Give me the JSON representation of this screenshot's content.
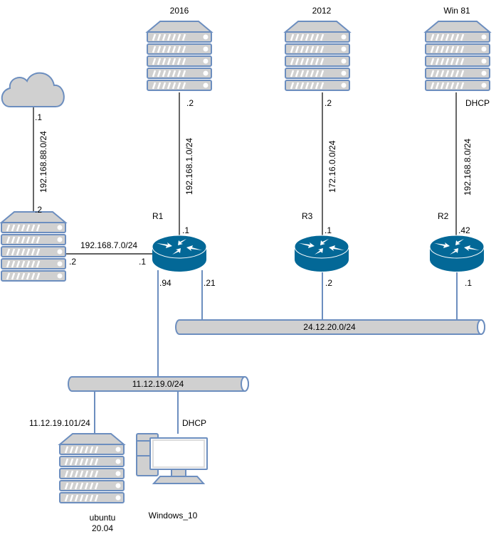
{
  "colors": {
    "device_fill": "#d0d0d0",
    "device_stroke": "#6c8ebf",
    "router_fill": "#036897",
    "link_black": "#000000",
    "link_blue": "#6c8ebf"
  },
  "nodes": {
    "srv2016": {
      "label": "2016",
      "icon": "server-icon"
    },
    "srv2012": {
      "label": "2012",
      "icon": "server-icon"
    },
    "win81": {
      "label": "Win 81",
      "sub": "DHCP",
      "icon": "server-icon"
    },
    "cloud": {
      "icon": "cloud-icon"
    },
    "left_server": {
      "icon": "server-icon"
    },
    "r1": {
      "label": "R1",
      "icon": "router-icon"
    },
    "r3": {
      "label": "R3",
      "icon": "router-icon"
    },
    "r2": {
      "label": "R2",
      "icon": "router-icon"
    },
    "ubuntu": {
      "label_line1": "ubuntu",
      "label_line2": "20.04",
      "ip": "11.12.19.101/24",
      "icon": "server-icon"
    },
    "windows10": {
      "label": "Windows_10",
      "ip": "DHCP",
      "icon": "desktop-pc-icon"
    }
  },
  "networks": {
    "cloud_net": {
      "subnet": "192.168.88.0/24",
      "a": ".1",
      "b": ".2"
    },
    "net1": {
      "subnet": "192.168.1.0/24",
      "a": ".2",
      "b": ".1"
    },
    "net16": {
      "subnet": "172.16.0.0/24",
      "a": ".2",
      "b": ".1"
    },
    "net8": {
      "subnet": "192.168.8.0/24",
      "b": ".42"
    },
    "net7": {
      "subnet": "192.168.7.0/24",
      "a": ".2",
      "b": ".1"
    },
    "bus24": {
      "subnet": "24.12.20.0/24",
      "r1": ".21",
      "r3": ".2",
      "r2": ".1"
    },
    "bus11": {
      "subnet": "11.12.19.0/24",
      "r1": ".94"
    }
  }
}
